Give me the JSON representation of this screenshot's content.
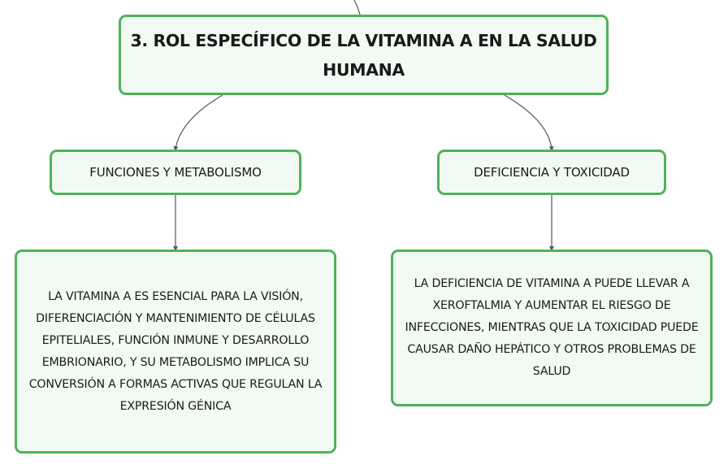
{
  "colors": {
    "node_border": "#4fb25a",
    "node_fill": "#f1fbf3",
    "connector": "#555555",
    "text": "#1a1a1a"
  },
  "root": {
    "title": "3. ROL ESPECÍFICO DE LA VITAMINA A EN LA SALUD HUMANA"
  },
  "branches": {
    "left": {
      "label": "FUNCIONES Y METABOLISMO",
      "detail": "LA VITAMINA A ES ESENCIAL PARA LA VISIÓN, DIFERENCIACIÓN Y MANTENIMIENTO DE CÉLULAS EPITELIALES, FUNCIÓN INMUNE Y DESARROLLO EMBRIONARIO, Y SU METABOLISMO IMPLICA SU CONVERSIÓN A FORMAS ACTIVAS QUE REGULAN LA EXPRESIÓN GÉNICA"
    },
    "right": {
      "label": "DEFICIENCIA Y TOXICIDAD",
      "detail": "LA DEFICIENCIA DE VITAMINA A PUEDE LLEVAR A XEROFTALMIA Y AUMENTAR EL RIESGO DE INFECCIONES, MIENTRAS QUE LA TOXICIDAD PUEDE CAUSAR DAÑO HEPÁTICO Y OTROS PROBLEMAS DE SALUD"
    }
  }
}
